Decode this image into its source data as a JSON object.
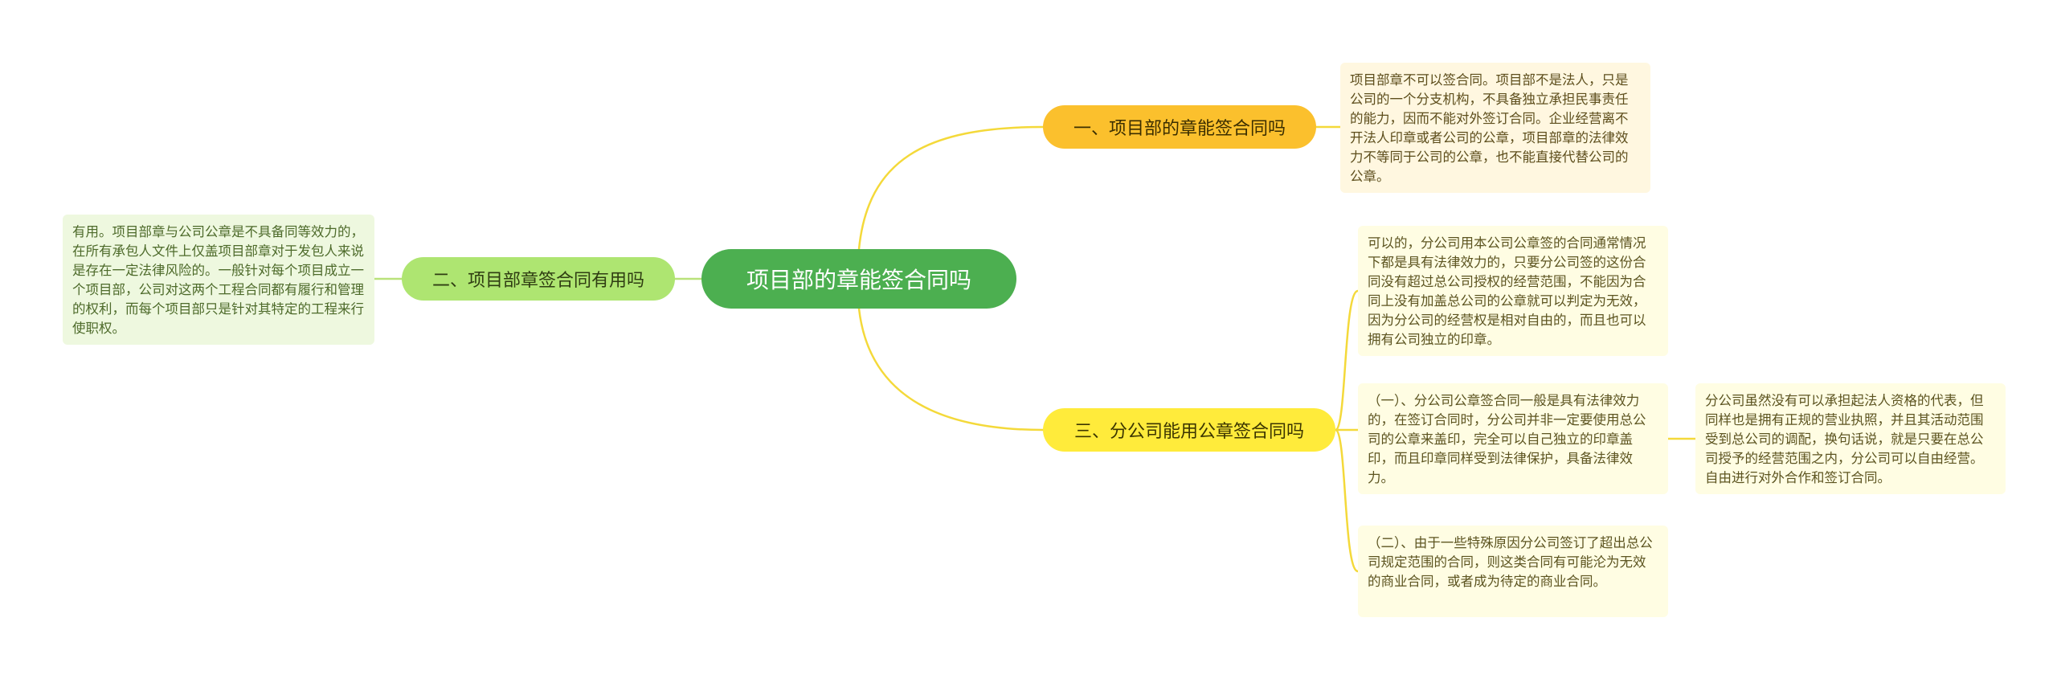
{
  "colors": {
    "root": "#4caf50",
    "branch_1": "#fbc02d",
    "branch_2": "#aee571",
    "branch_3": "#ffeb3b",
    "connector": "#f4d93a",
    "connector_left": "#b9e27a"
  },
  "root": {
    "label": "项目部的章能签合同吗"
  },
  "branches": [
    {
      "label": "一、项目部的章能签合同吗",
      "notes": [
        "项目部章不可以签合同。项目部不是法人，只是公司的一个分支机构，不具备独立承担民事责任的能力，因而不能对外签订合同。企业经营离不开法人印章或者公司的公章，项目部章的法律效力不等同于公司的公章，也不能直接代替公司的公章。"
      ]
    },
    {
      "label": "二、项目部章签合同有用吗",
      "notes": [
        "有用。项目部章与公司公章是不具备同等效力的，在所有承包人文件上仅盖项目部章对于发包人来说是存在一定法律风险的。一般针对每个项目成立一个项目部，公司对这两个工程合同都有履行和管理的权利，而每个项目部只是针对其特定的工程来行使职权。"
      ]
    },
    {
      "label": "三、分公司能用公章签合同吗",
      "notes": [
        "可以的，分公司用本公司公章签的合同通常情况下都是具有法律效力的，只要分公司签的这份合同没有超过总公司授权的经营范围，不能因为合同上没有加盖总公司的公章就可以判定为无效，因为分公司的经营权是相对自由的，而且也可以拥有公司独立的印章。",
        "（一）、分公司公章签合同一般是具有法律效力的，在签订合同时，分公司并非一定要使用总公司的公章来盖印，完全可以自己独立的印章盖印，而且印章同样受到法律保护，具备法律效力。",
        "（二）、由于一些特殊原因分公司签订了超出总公司规定范围的合同，则这类合同有可能沦为无效的商业合同，或者成为待定的商业合同。"
      ],
      "sub_note": "分公司虽然没有可以承担起法人资格的代表，但同样也是拥有正规的营业执照，并且其活动范围受到总公司的调配，换句话说，就是只要在总公司授予的经营范围之内，分公司可以自由经营。自由进行对外合作和签订合同。"
    }
  ]
}
